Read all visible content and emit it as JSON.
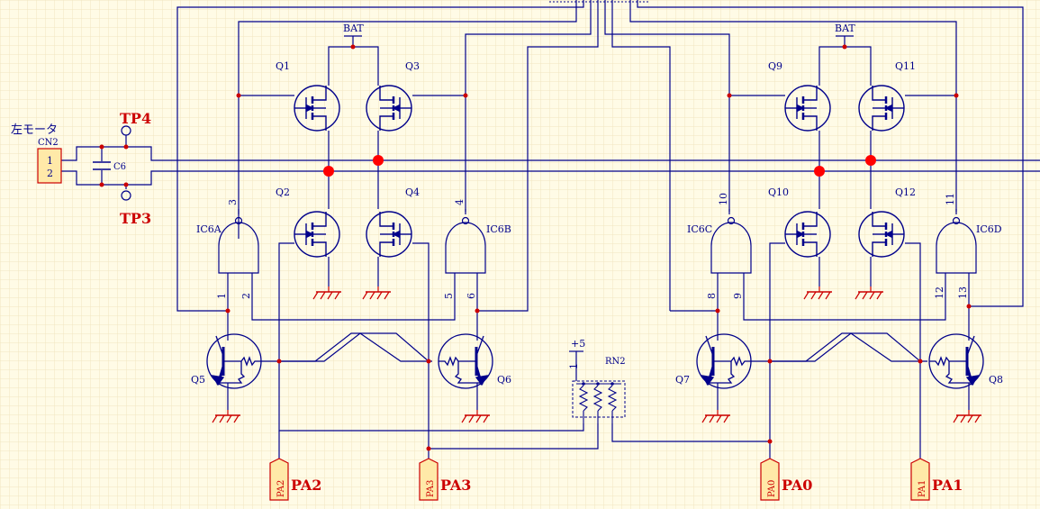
{
  "colors": {
    "wire": "#00008b",
    "component": "#00008b",
    "junction": "#ff0000",
    "ground": "#cc0000",
    "port_fill": "#ffe9a8",
    "port_text": "#cc0000",
    "grid": "#f0e6c0",
    "background": "#fffbe6"
  },
  "connector": {
    "caption": "左モータ",
    "ref": "CN2",
    "pins": [
      "1",
      "2"
    ]
  },
  "capacitor": {
    "ref": "C6"
  },
  "testpoints": {
    "tp4": "TP4",
    "tp3": "TP3"
  },
  "supplies": {
    "bat_left": "BAT",
    "bat_right": "BAT",
    "plus5": "+5"
  },
  "resistor_network": {
    "ref": "RN2",
    "pin": "1"
  },
  "mosfets": {
    "q1": "Q1",
    "q2": "Q2",
    "q3": "Q3",
    "q4": "Q4",
    "q9": "Q9",
    "q10": "Q10",
    "q11": "Q11",
    "q12": "Q12"
  },
  "transistors": {
    "q5": "Q5",
    "q6": "Q6",
    "q7": "Q7",
    "q8": "Q8"
  },
  "gates": {
    "a": {
      "ref": "IC6A",
      "out": "3",
      "in1": "1",
      "in2": "2"
    },
    "b": {
      "ref": "IC6B",
      "out": "4",
      "in1": "5",
      "in2": "6"
    },
    "c": {
      "ref": "IC6C",
      "out": "10",
      "in1": "8",
      "in2": "9"
    },
    "d": {
      "ref": "IC6D",
      "out": "11",
      "in1": "12",
      "in2": "13"
    }
  },
  "ports": {
    "pa2": "PA2",
    "pa3": "PA3",
    "pa0": "PA0",
    "pa1": "PA1"
  }
}
